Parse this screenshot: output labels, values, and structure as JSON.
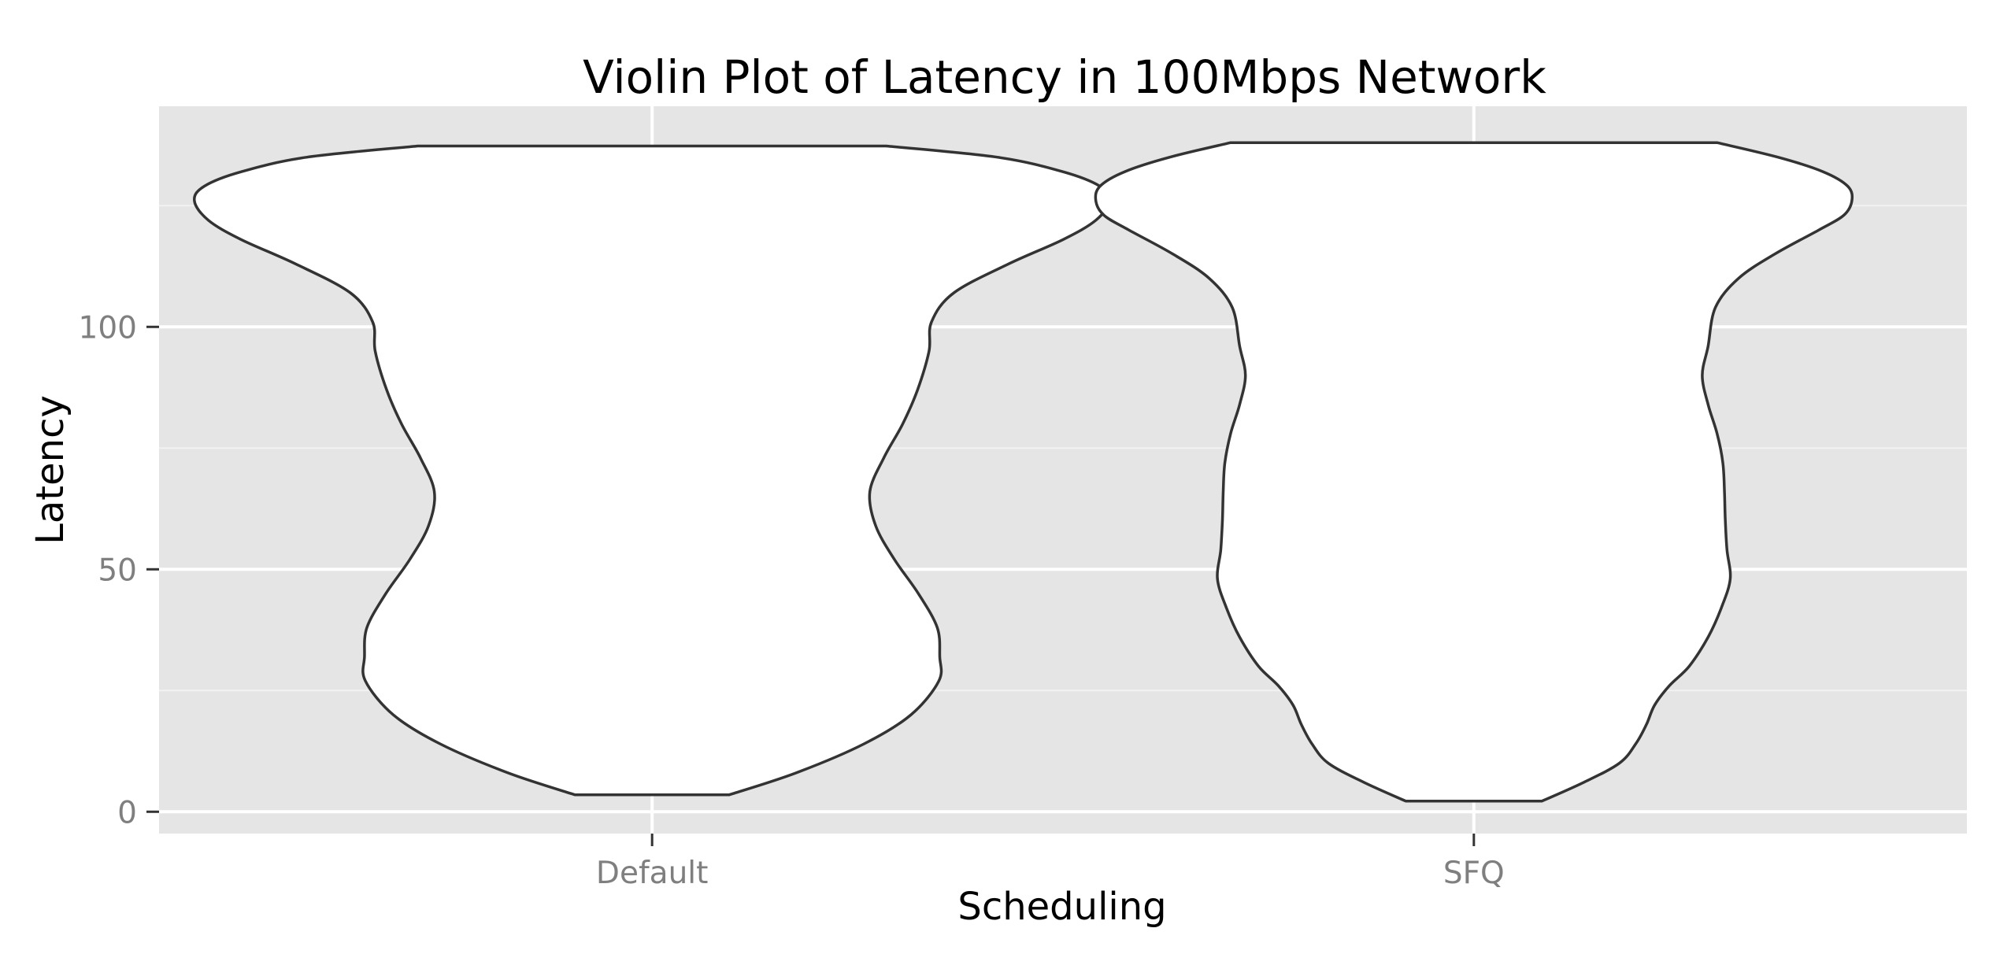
{
  "chart_data": {
    "type": "violin",
    "title": "Violin Plot of Latency in 100Mbps Network",
    "xlabel": "Scheduling",
    "ylabel": "Latency",
    "categories": [
      "Default",
      "SFQ"
    ],
    "ylim": [
      -4.5,
      145.5
    ],
    "yticks": [
      0,
      50,
      100
    ],
    "grid": true,
    "colors": {
      "panel": "#e5e5e5",
      "grid_major": "#ffffff",
      "grid_minor": "#f2f2f2",
      "violin_fill": "#ffffff",
      "violin_stroke": "#333333",
      "tick_label": "#7f7f7f"
    },
    "violins": [
      {
        "category": "Default",
        "profile": [
          {
            "y": 3.5,
            "width": 0.094
          },
          {
            "y": 8,
            "width": 0.175
          },
          {
            "y": 14,
            "width": 0.258
          },
          {
            "y": 20,
            "width": 0.315
          },
          {
            "y": 27,
            "width": 0.349
          },
          {
            "y": 32,
            "width": 0.35
          },
          {
            "y": 38,
            "width": 0.347
          },
          {
            "y": 45,
            "width": 0.324
          },
          {
            "y": 52,
            "width": 0.295
          },
          {
            "y": 59,
            "width": 0.272
          },
          {
            "y": 66,
            "width": 0.265
          },
          {
            "y": 73,
            "width": 0.282
          },
          {
            "y": 80,
            "width": 0.305
          },
          {
            "y": 87,
            "width": 0.323
          },
          {
            "y": 95,
            "width": 0.337
          },
          {
            "y": 101,
            "width": 0.34
          },
          {
            "y": 107,
            "width": 0.367
          },
          {
            "y": 113,
            "width": 0.434
          },
          {
            "y": 118,
            "width": 0.5
          },
          {
            "y": 122,
            "width": 0.54
          },
          {
            "y": 126,
            "width": 0.557
          },
          {
            "y": 129,
            "width": 0.545
          },
          {
            "y": 132,
            "width": 0.5
          },
          {
            "y": 135,
            "width": 0.42
          },
          {
            "y": 137.3,
            "width": 0.285
          }
        ]
      },
      {
        "category": "SFQ",
        "profile": [
          {
            "y": 2.2,
            "width": 0.083
          },
          {
            "y": 6,
            "width": 0.133
          },
          {
            "y": 10,
            "width": 0.177
          },
          {
            "y": 14,
            "width": 0.197
          },
          {
            "y": 18,
            "width": 0.21
          },
          {
            "y": 22,
            "width": 0.22
          },
          {
            "y": 26,
            "width": 0.238
          },
          {
            "y": 30,
            "width": 0.262
          },
          {
            "y": 36,
            "width": 0.285
          },
          {
            "y": 42,
            "width": 0.301
          },
          {
            "y": 48,
            "width": 0.312
          },
          {
            "y": 54,
            "width": 0.308
          },
          {
            "y": 60,
            "width": 0.306
          },
          {
            "y": 66,
            "width": 0.305
          },
          {
            "y": 72,
            "width": 0.303
          },
          {
            "y": 78,
            "width": 0.296
          },
          {
            "y": 84,
            "width": 0.285
          },
          {
            "y": 90,
            "width": 0.278
          },
          {
            "y": 96,
            "width": 0.285
          },
          {
            "y": 104,
            "width": 0.294
          },
          {
            "y": 110,
            "width": 0.322
          },
          {
            "y": 115,
            "width": 0.366
          },
          {
            "y": 120,
            "width": 0.42
          },
          {
            "y": 123,
            "width": 0.45
          },
          {
            "y": 126,
            "width": 0.46
          },
          {
            "y": 129,
            "width": 0.455
          },
          {
            "y": 132,
            "width": 0.425
          },
          {
            "y": 135,
            "width": 0.37
          },
          {
            "y": 138,
            "width": 0.296
          }
        ]
      }
    ]
  }
}
